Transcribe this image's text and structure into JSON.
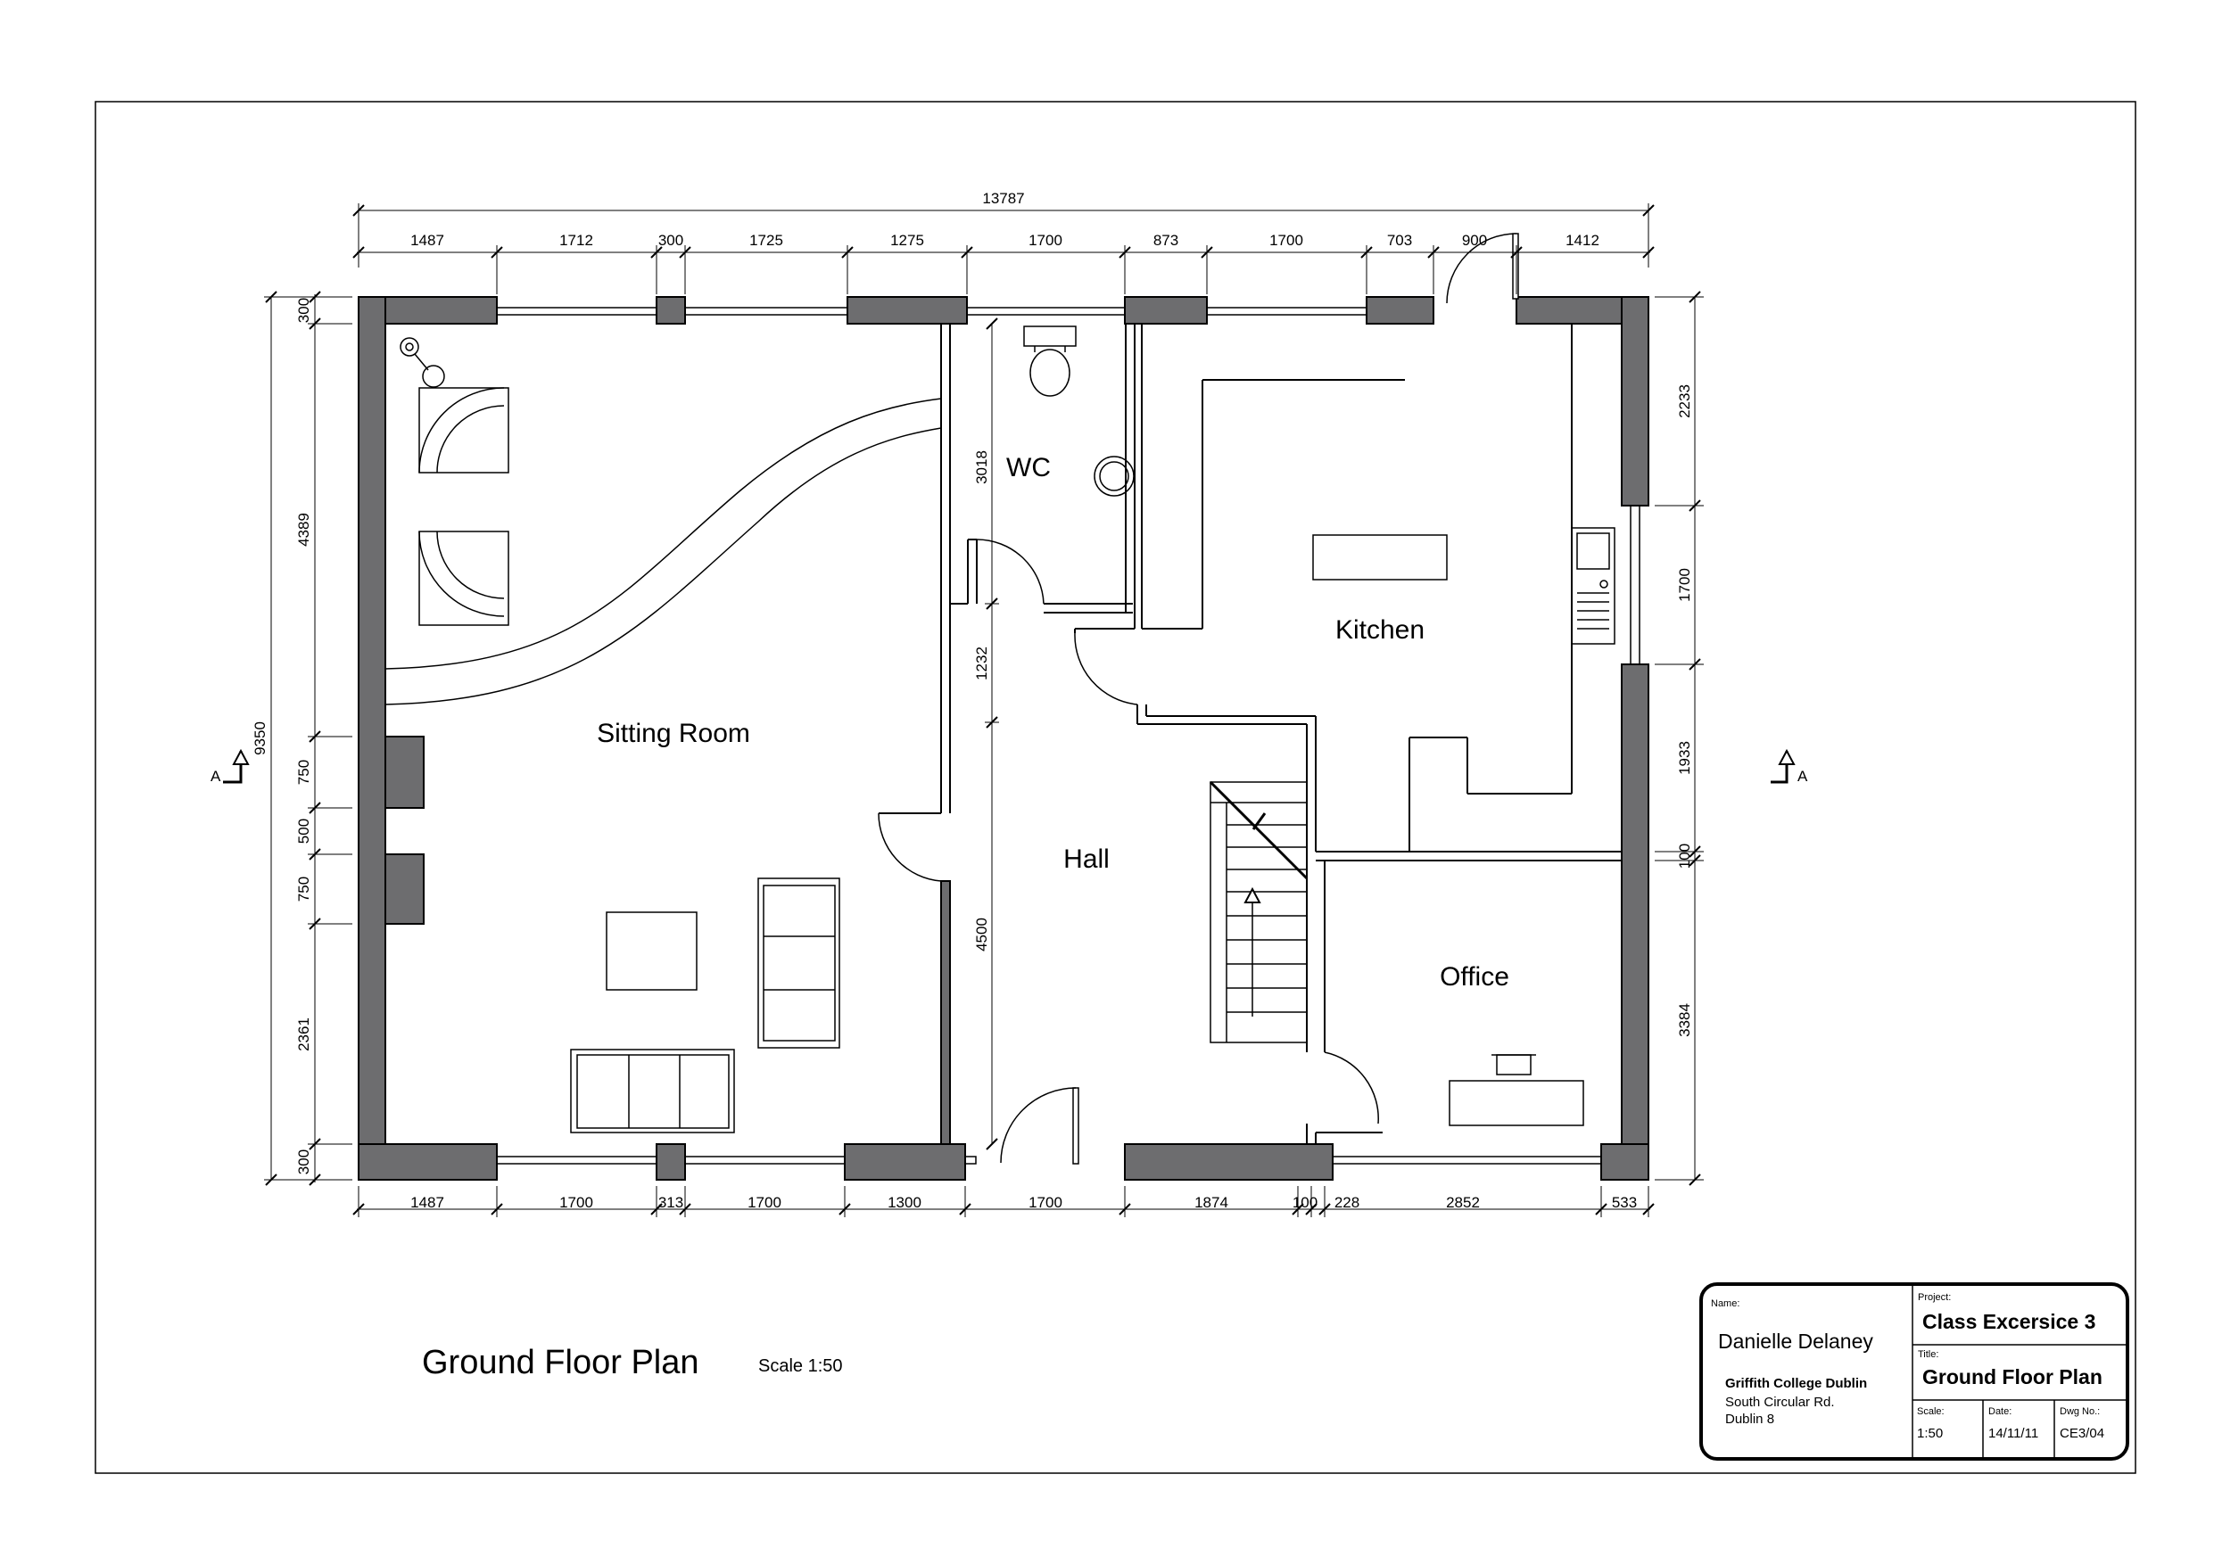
{
  "drawing": {
    "title": "Ground Floor Plan",
    "scale_note": "Scale 1:50",
    "section_marker": "A"
  },
  "rooms": {
    "sitting_room": "Sitting Room",
    "wc": "WC",
    "kitchen": "Kitchen",
    "hall": "Hall",
    "office": "Office"
  },
  "dimensions": {
    "overall_width": "13787",
    "top": [
      "1487",
      "1712",
      "300",
      "1725",
      "1275",
      "1700",
      "873",
      "1700",
      "703",
      "900",
      "1412"
    ],
    "bottom": [
      "1487",
      "1700",
      "313",
      "1700",
      "1300",
      "1700",
      "1874",
      "100",
      "228",
      "2852",
      "533"
    ],
    "left_overall": "9350",
    "left": [
      "300",
      "4389",
      "750",
      "500",
      "750",
      "2361",
      "300"
    ],
    "right": [
      "2233",
      "1700",
      "1933",
      "100",
      "3384"
    ],
    "inner": [
      "3018",
      "1232",
      "4500"
    ]
  },
  "title_block": {
    "name_label": "Name:",
    "name": "Danielle Delaney",
    "college": "Griffith College Dublin",
    "address_1": "South Circular Rd.",
    "address_2": "Dublin 8",
    "project_label": "Project:",
    "project": "Class Excersice 3",
    "title_label": "Title:",
    "title": "Ground Floor Plan",
    "scale_label": "Scale:",
    "scale": "1:50",
    "date_label": "Date:",
    "date": "14/11/11",
    "dwg_label": "Dwg No.:",
    "dwg": "CE3/04"
  }
}
